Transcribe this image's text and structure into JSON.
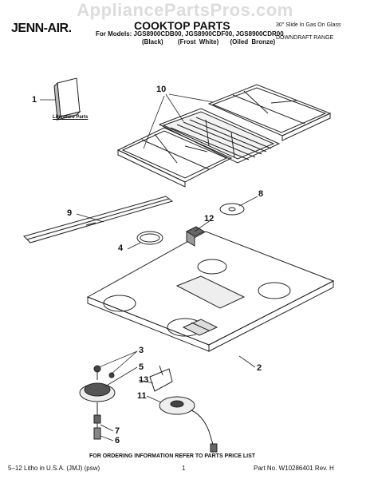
{
  "watermark": "AppliancePartsPros.com",
  "header": {
    "brand": "JENN-AIR.",
    "title": "COOKTOP PARTS",
    "models_line": "For Models: JGS8900CDB00, JGS8900CDF00, JGS8900CDR00",
    "variants": [
      "(Black)",
      "(Frost White)",
      "(Oiled Bronze)"
    ],
    "subtitle": "30\" Slide In Gas On Glass",
    "range_type": "DOWNDRAFT RANGE"
  },
  "literature_label": "Literature Parts",
  "callouts": [
    "1",
    "2",
    "3",
    "4",
    "5",
    "6",
    "7",
    "8",
    "9",
    "10",
    "11",
    "12",
    "13"
  ],
  "footer": {
    "ordering": "FOR ORDERING INFORMATION REFER TO PARTS PRICE LIST",
    "litho": "5–12 Litho in U.S.A. (JMJ) (psw)",
    "page": "1",
    "part_no": "Part No. W10286401 Rev. H"
  }
}
